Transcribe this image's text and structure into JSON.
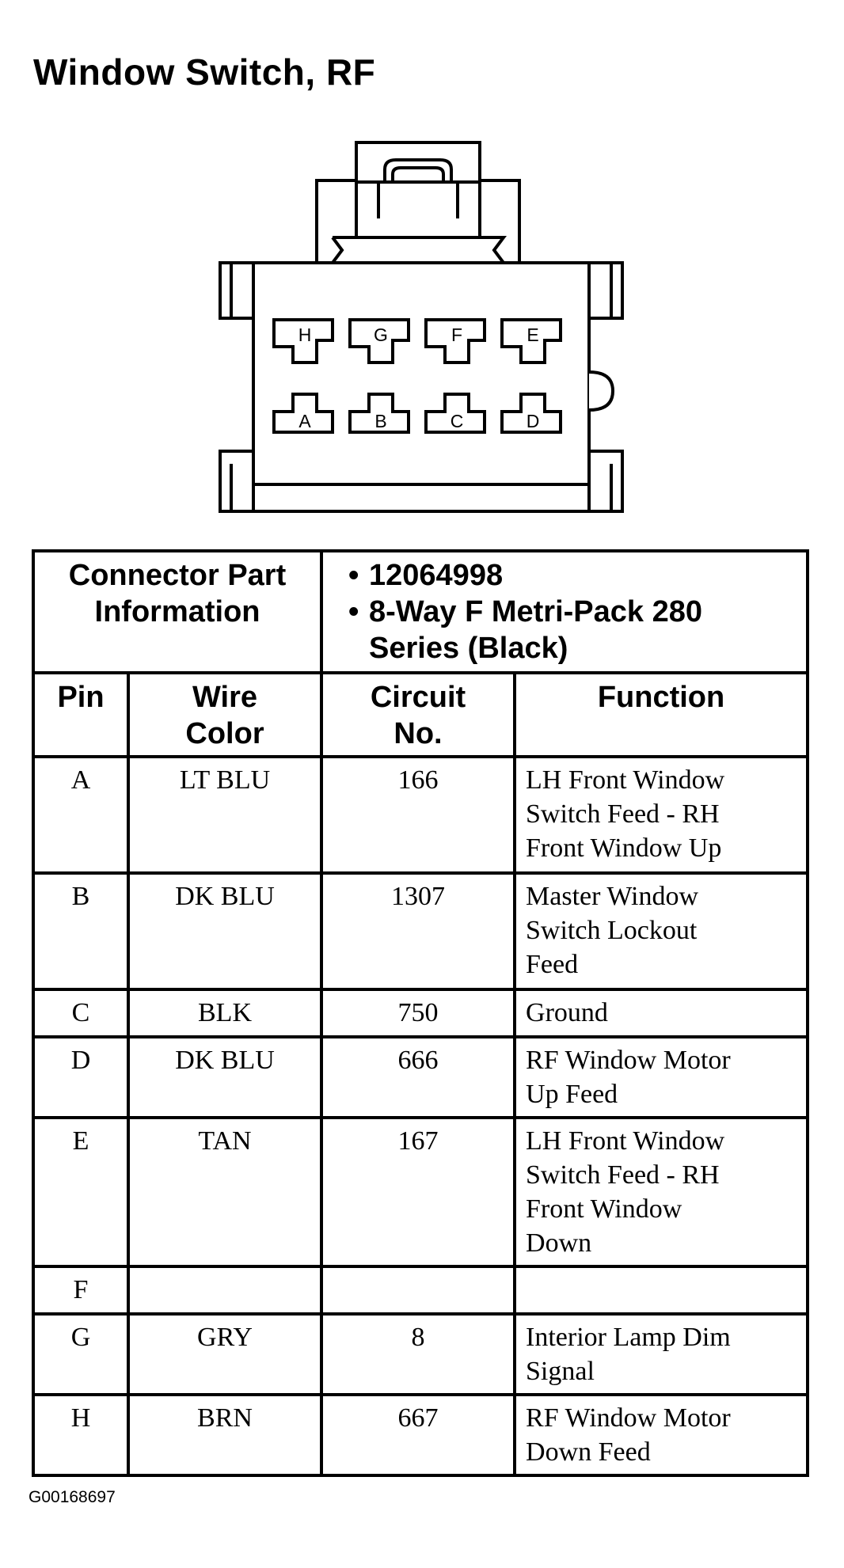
{
  "title": "Window Switch, RF",
  "connector": {
    "top_row_pins": [
      "H",
      "G",
      "F",
      "E"
    ],
    "bottom_row_pins": [
      "A",
      "B",
      "C",
      "D"
    ]
  },
  "part_info": {
    "label_line1": "Connector Part",
    "label_line2": "Information",
    "part_number": "12064998",
    "description_line1": "8-Way F Metri-Pack 280",
    "description_line2": "Series (Black)"
  },
  "headers": {
    "pin": "Pin",
    "wire_color_line1": "Wire",
    "wire_color_line2": "Color",
    "circuit_line1": "Circuit",
    "circuit_line2": "No.",
    "function": "Function"
  },
  "rows": [
    {
      "pin": "A",
      "wire": "LT BLU",
      "circuit": "166",
      "function_lines": [
        "LH Front Window",
        "Switch Feed - RH",
        "Front Window Up"
      ]
    },
    {
      "pin": "B",
      "wire": "DK BLU",
      "circuit": "1307",
      "function_lines": [
        "Master Window",
        "Switch Lockout",
        "Feed"
      ]
    },
    {
      "pin": "C",
      "wire": "BLK",
      "circuit": "750",
      "function_lines": [
        "Ground"
      ]
    },
    {
      "pin": "D",
      "wire": "DK BLU",
      "circuit": "666",
      "function_lines": [
        "RF Window Motor",
        "Up Feed"
      ]
    },
    {
      "pin": "E",
      "wire": "TAN",
      "circuit": "167",
      "function_lines": [
        "LH Front Window",
        "Switch Feed - RH",
        "Front Window",
        "Down"
      ]
    },
    {
      "pin": "F",
      "wire": "",
      "circuit": "",
      "function_lines": [
        ""
      ]
    },
    {
      "pin": "G",
      "wire": "GRY",
      "circuit": "8",
      "function_lines": [
        "Interior Lamp Dim",
        "Signal"
      ]
    },
    {
      "pin": "H",
      "wire": "BRN",
      "circuit": "667",
      "function_lines": [
        "RF Window Motor",
        "Down Feed"
      ]
    }
  ],
  "figure_id": "G00168697"
}
